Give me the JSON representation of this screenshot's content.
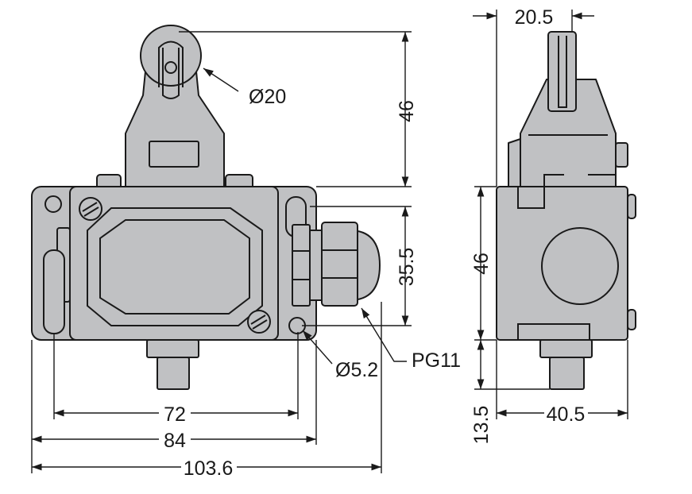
{
  "drawing": {
    "front_view": {
      "roller_diameter": "Ø20",
      "actuator_height": "46",
      "gland_spacing": "35.5",
      "gland_thread": "PG11",
      "hole_diameter": "Ø5.2",
      "hole_spacing": "72",
      "body_width": "84",
      "overall_width": "103.6"
    },
    "side_view": {
      "roller_width": "20.5",
      "body_height": "46",
      "plunger_length": "13.5",
      "body_depth": "40.5"
    },
    "colors": {
      "body": "#c0c1c3",
      "line": "#1a1a1a"
    }
  }
}
